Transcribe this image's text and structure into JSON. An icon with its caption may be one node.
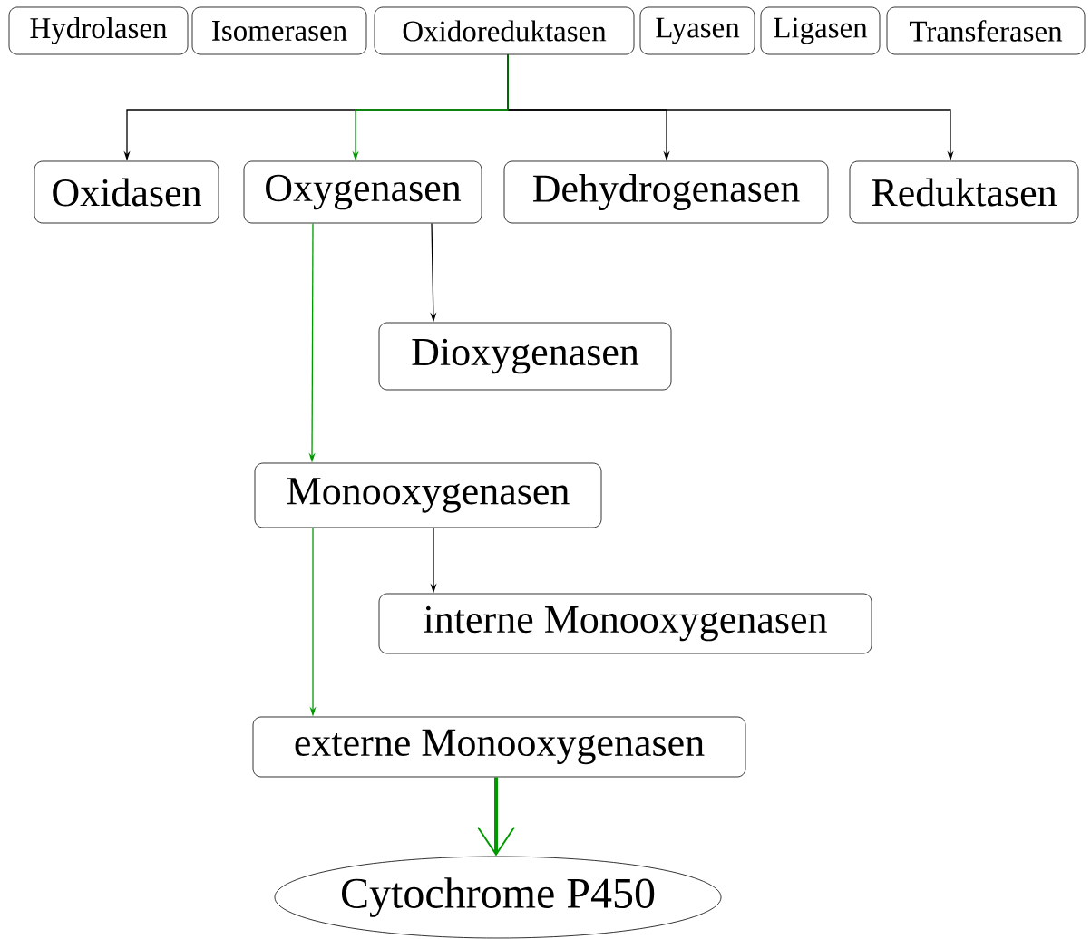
{
  "diagram": {
    "nodes": [
      {
        "text": [
          "Hydrolasen"
        ]
      },
      {
        "text": [
          "Isomerasen"
        ]
      },
      {
        "text": [
          "Oxidoreduktasen"
        ]
      },
      {
        "text": [
          "Lyasen"
        ]
      },
      {
        "text": [
          "Ligasen"
        ]
      },
      {
        "text": [
          "Transferasen"
        ]
      },
      {
        "text": [
          "Oxidasen"
        ]
      },
      {
        "text": [
          "Oxygenasen"
        ]
      },
      {
        "text": [
          "Dehydrogenasen"
        ]
      },
      {
        "text": [
          "Reduktasen"
        ]
      },
      {
        "text": [
          "Dioxygenasen"
        ]
      },
      {
        "text": [
          "Monooxygenasen"
        ]
      },
      {
        "text": [
          "interne Monooxygenasen"
        ]
      },
      {
        "text": [
          "externe Monooxygenasen"
        ]
      },
      {
        "text": [
          "Cytochrome P450"
        ]
      }
    ],
    "edges": [
      {
        "from": 2,
        "to": 6,
        "arrow": "to"
      },
      {
        "from": 2,
        "to": 8,
        "arrow": "to"
      },
      {
        "from": 2,
        "to": 9,
        "arrow": "to"
      },
      {
        "from": 2,
        "to": 7,
        "arrow": "to",
        "color": "#009900"
      },
      {
        "from": 7,
        "to": 10,
        "arrow": "to"
      },
      {
        "from": 7,
        "to": 11,
        "arrow": "to",
        "color": "#009900"
      },
      {
        "from": 11,
        "to": 12,
        "arrow": "to"
      },
      {
        "from": 11,
        "to": 13,
        "arrow": "to",
        "color": "#009900"
      },
      {
        "from": 13,
        "to": 14,
        "arrow": "to",
        "color": "#009900",
        "style": "thick"
      }
    ]
  }
}
